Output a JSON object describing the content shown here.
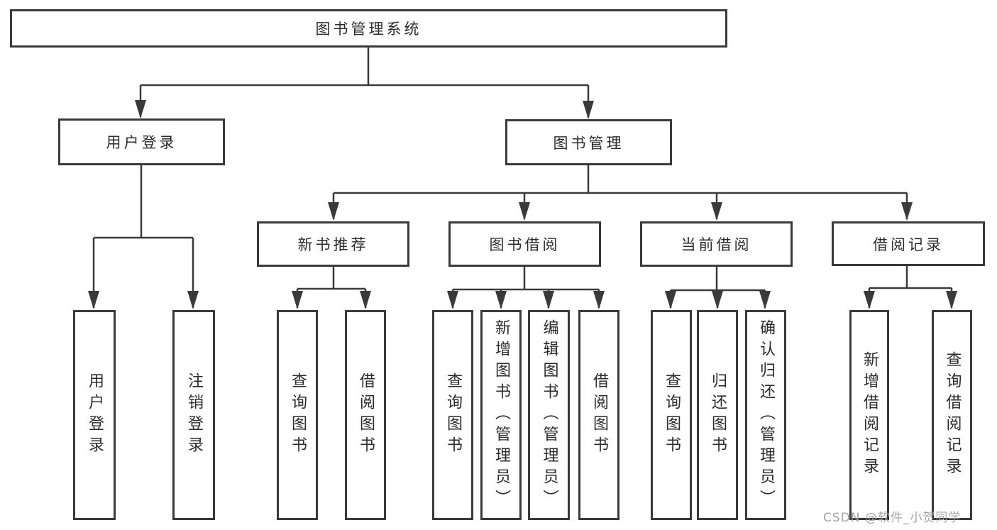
{
  "diagram": {
    "type": "hierarchy-tree",
    "tree": {
      "label": "图书管理系统",
      "children": [
        {
          "label": "用户登录",
          "children": [
            {
              "label": "用户登录"
            },
            {
              "label": "注销登录"
            }
          ]
        },
        {
          "label": "图书管理",
          "children": [
            {
              "label": "新书推荐",
              "children": [
                {
                  "label": "查询图书"
                },
                {
                  "label": "借阅图书"
                }
              ]
            },
            {
              "label": "图书借阅",
              "children": [
                {
                  "label": "查询图书"
                },
                {
                  "label": "新增图书（管理员）"
                },
                {
                  "label": "编辑图书（管理员）"
                },
                {
                  "label": "借阅图书"
                }
              ]
            },
            {
              "label": "当前借阅",
              "children": [
                {
                  "label": "查询图书"
                },
                {
                  "label": "归还图书"
                },
                {
                  "label": "确认归还（管理员）"
                }
              ]
            },
            {
              "label": "借阅记录",
              "children": [
                {
                  "label": "新增借阅记录"
                },
                {
                  "label": "查询借阅记录"
                }
              ]
            }
          ]
        }
      ]
    }
  },
  "watermark": {
    "text": "CSDN @软件_小贺同学"
  },
  "colors": {
    "line": "#3a3a3a",
    "box_border": "#3a3a3a",
    "box_bg": "#ffffff",
    "text": "#2b2b2b",
    "watermark": "#9d9d9d",
    "page_bg": "#ffffff"
  }
}
